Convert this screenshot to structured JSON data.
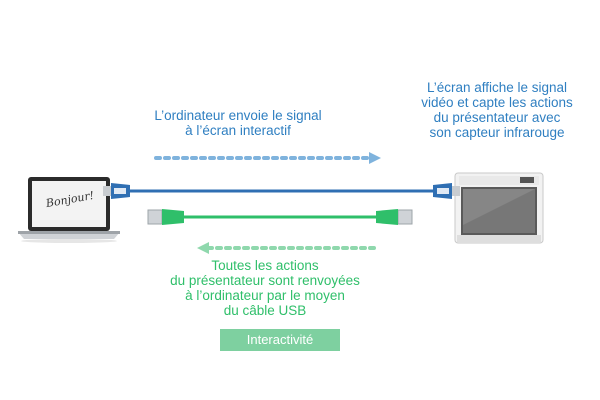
{
  "captions": {
    "computer_sends": "L’ordinateur envoie le signal\nà l’écran interactif",
    "screen_displays": "L’écran affiche le signal\nvidéo et capte les actions\ndu présentateur avec\nson capteur infrarouge",
    "actions_returned": "Toutes les actions\ndu présentateur sont renvoyées\nà l’ordinateur par le moyen\ndu câble USB"
  },
  "badge_label": "Interactivité",
  "laptop_screen_text": "Bonjour!",
  "colors": {
    "blue_text": "#2f7fc1",
    "green_text": "#2fbf6a",
    "hdmi_cable": "#2f6fb3",
    "usb_cable": "#2fbf6a",
    "badge_bg": "#7ed0a0"
  },
  "icons": {
    "laptop": "laptop-icon",
    "screen": "interactive-screen-icon",
    "hdmi_left": "hdmi-connector-icon",
    "hdmi_right": "hdmi-connector-icon",
    "usb_left": "usb-connector-icon",
    "usb_right": "usb-connector-icon"
  }
}
